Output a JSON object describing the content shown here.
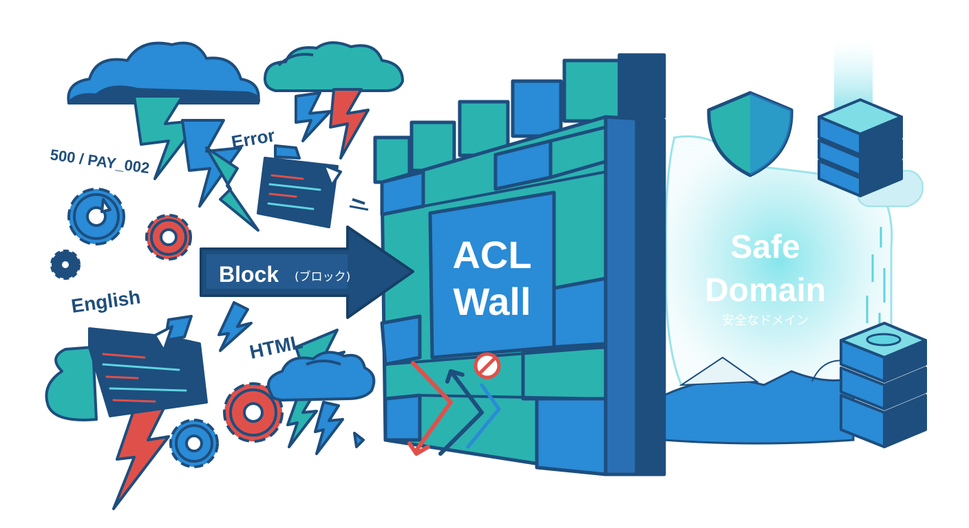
{
  "labels": {
    "error_code": "500 / PAY_002",
    "error": "Error",
    "english": "English",
    "html": "HTML"
  },
  "arrow": {
    "label": "Block",
    "label_jp": "(ブロック)"
  },
  "wall": {
    "line1": "ACL",
    "line2": "Wall"
  },
  "safe_domain": {
    "line1": "Safe",
    "line2": "Domain",
    "line_jp": "安全なドメイン"
  },
  "colors": {
    "navy": "#1d4e7e",
    "blue": "#2a8bd6",
    "teal": "#2bb3b0",
    "red": "#e0504a",
    "aqua": "#5fd3e0",
    "text": "#1f4f7c"
  },
  "icons": [
    "storm-cloud-icon",
    "lightning-icon",
    "broken-gear-icon",
    "broken-code-window-icon",
    "shield-icon",
    "server-stack-icon",
    "no-entry-icon"
  ]
}
